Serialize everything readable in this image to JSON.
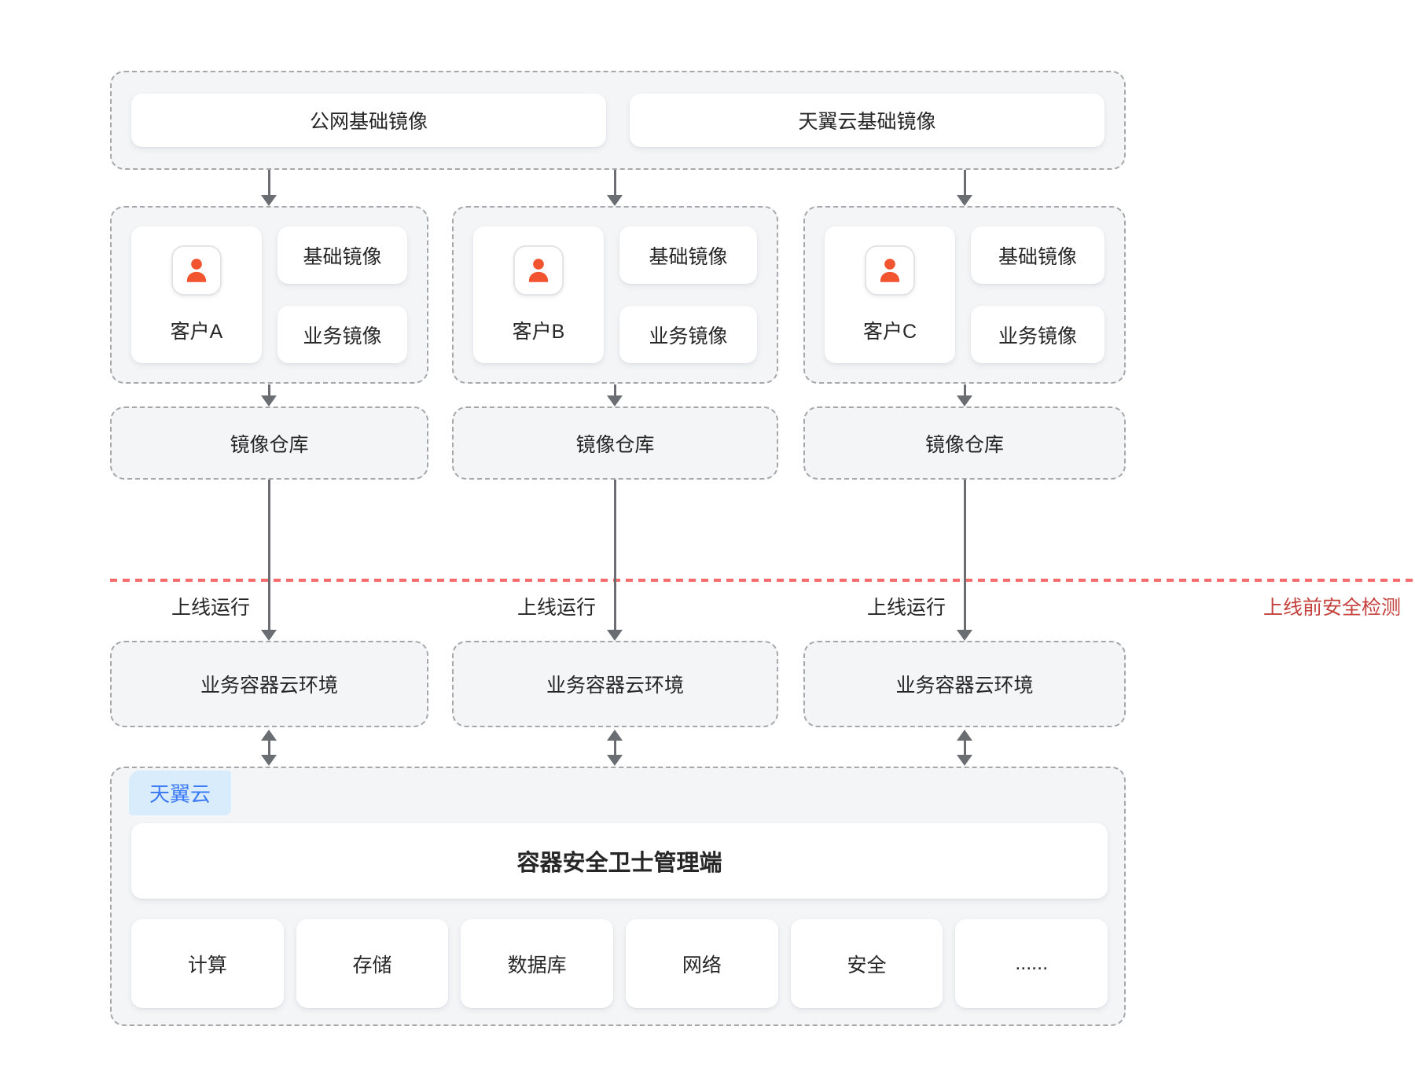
{
  "colors": {
    "container_fill": "#f4f5f7",
    "dashed_border": "#a5a7aa",
    "arrow": "#6a6e73",
    "text": "#262626",
    "red_line": "#f56c6c",
    "red_text": "#c4413d",
    "tag_text": "#3d7bf7",
    "tag_bg": "#d9ecfc",
    "person_icon": "#f2542f"
  },
  "top_sources": {
    "items": [
      {
        "label": "公网基础镜像"
      },
      {
        "label": "天翼云基础镜像"
      }
    ]
  },
  "columns": [
    {
      "customer": "客户A",
      "base_image": "基础镜像",
      "business_image": "业务镜像",
      "repo": "镜像仓库",
      "flow_label": "上线运行",
      "env": "业务容器云环境"
    },
    {
      "customer": "客户B",
      "base_image": "基础镜像",
      "business_image": "业务镜像",
      "repo": "镜像仓库",
      "flow_label": "上线运行",
      "env": "业务容器云环境"
    },
    {
      "customer": "客户C",
      "base_image": "基础镜像",
      "business_image": "业务镜像",
      "repo": "镜像仓库",
      "flow_label": "上线运行",
      "env": "业务容器云环境"
    }
  ],
  "pre_launch_check_label": "上线前安全检测",
  "cloud": {
    "tag": "天翼云",
    "management": "容器安全卫士管理端",
    "services": [
      "计算",
      "存储",
      "数据库",
      "网络",
      "安全",
      "......"
    ]
  }
}
